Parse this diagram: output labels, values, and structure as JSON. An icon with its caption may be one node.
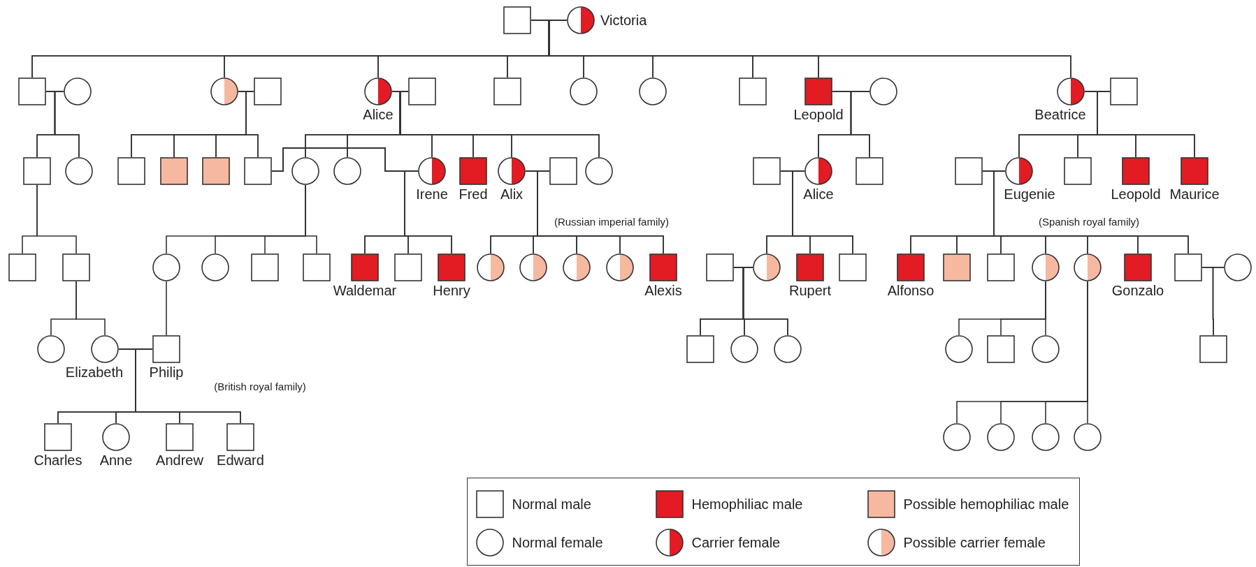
{
  "diagram": {
    "nodes": [
      {
        "text": [],
        "shape": "box"
      },
      {
        "text": [
          "Victoria"
        ]
      },
      {
        "text": [],
        "shape": "box"
      },
      {
        "text": [],
        "shape": "circle"
      },
      {
        "text": [],
        "shape": "circle"
      },
      {
        "text": [],
        "shape": "box"
      },
      {
        "text": [
          "Alice"
        ]
      },
      {
        "text": [],
        "shape": "box"
      },
      {
        "text": [],
        "shape": "box"
      },
      {
        "text": [],
        "shape": "circle"
      },
      {
        "text": [],
        "shape": "circle"
      },
      {
        "text": [],
        "shape": "box"
      },
      {
        "text": [
          "Leopold"
        ]
      },
      {
        "text": [],
        "shape": "circle"
      },
      {
        "text": [
          "Beatrice"
        ]
      },
      {
        "text": [],
        "shape": "box"
      },
      {
        "text": [],
        "shape": "box"
      },
      {
        "text": [],
        "shape": "circle"
      },
      {
        "text": [],
        "shape": "box"
      },
      {
        "text": [],
        "shape": "box"
      },
      {
        "text": [],
        "shape": "box"
      },
      {
        "text": [],
        "shape": "box"
      },
      {
        "text": [],
        "shape": "circle"
      },
      {
        "text": [],
        "shape": "circle"
      },
      {
        "text": [
          "Irene"
        ]
      },
      {
        "text": [
          "Fred"
        ]
      },
      {
        "text": [
          "Alix"
        ]
      },
      {
        "text": [],
        "shape": "box"
      },
      {
        "text": [],
        "shape": "circle"
      },
      {
        "text": [],
        "shape": "box"
      },
      {
        "text": [
          "Alice"
        ]
      },
      {
        "text": [],
        "shape": "box"
      },
      {
        "text": [],
        "shape": "box"
      },
      {
        "text": [
          "Eugenie"
        ]
      },
      {
        "text": [],
        "shape": "box"
      },
      {
        "text": [
          "Leopold"
        ]
      },
      {
        "text": [
          "Maurice"
        ]
      },
      {
        "text": [],
        "shape": "box"
      },
      {
        "text": [],
        "shape": "box"
      },
      {
        "text": [],
        "shape": "circle"
      },
      {
        "text": [],
        "shape": "circle"
      },
      {
        "text": [],
        "shape": "box"
      },
      {
        "text": [],
        "shape": "box"
      },
      {
        "text": [
          "Waldemar"
        ]
      },
      {
        "text": [],
        "shape": "box"
      },
      {
        "text": [
          "Henry"
        ]
      },
      {
        "text": [],
        "shape": "circle"
      },
      {
        "text": [],
        "shape": "circle"
      },
      {
        "text": [],
        "shape": "circle"
      },
      {
        "text": [],
        "shape": "circle"
      },
      {
        "text": [
          "Alexis"
        ]
      },
      {
        "text": [],
        "shape": "box"
      },
      {
        "text": [],
        "shape": "circle"
      },
      {
        "text": [
          "Rupert"
        ]
      },
      {
        "text": [],
        "shape": "box"
      },
      {
        "text": [
          "Alfonso"
        ]
      },
      {
        "text": [],
        "shape": "box"
      },
      {
        "text": [],
        "shape": "box"
      },
      {
        "text": [],
        "shape": "circle"
      },
      {
        "text": [],
        "shape": "circle"
      },
      {
        "text": [
          "Gonzalo"
        ]
      },
      {
        "text": [],
        "shape": "box"
      },
      {
        "text": [],
        "shape": "circle"
      },
      {
        "text": [],
        "shape": "circle"
      },
      {
        "text": [
          "Elizabeth"
        ]
      },
      {
        "text": [
          "Philip"
        ]
      },
      {
        "text": [],
        "shape": "box"
      },
      {
        "text": [],
        "shape": "circle"
      },
      {
        "text": [],
        "shape": "circle"
      },
      {
        "text": [],
        "shape": "circle"
      },
      {
        "text": [],
        "shape": "box"
      },
      {
        "text": [],
        "shape": "circle"
      },
      {
        "text": [],
        "shape": "box"
      },
      {
        "text": [],
        "shape": "circle"
      },
      {
        "text": [],
        "shape": "circle"
      },
      {
        "text": [],
        "shape": "circle"
      },
      {
        "text": [],
        "shape": "circle"
      },
      {
        "text": [
          "Charles"
        ]
      },
      {
        "text": [
          "Anne"
        ]
      },
      {
        "text": [
          "Andrew"
        ]
      },
      {
        "text": [
          "Edward"
        ]
      }
    ],
    "edges": [
      {
        "from": 0,
        "to": 1,
        "arrow": "none"
      },
      {
        "from": 0,
        "to": 2,
        "arrow": "none"
      },
      {
        "from": 1,
        "to": 2,
        "arrow": "none"
      },
      {
        "from": 0,
        "to": 4,
        "arrow": "none"
      },
      {
        "from": 1,
        "to": 4,
        "arrow": "none"
      },
      {
        "from": 0,
        "to": 6,
        "arrow": "none"
      },
      {
        "from": 1,
        "to": 6,
        "arrow": "none"
      },
      {
        "from": 0,
        "to": 8,
        "arrow": "none"
      },
      {
        "from": 1,
        "to": 8,
        "arrow": "none"
      },
      {
        "from": 0,
        "to": 9,
        "arrow": "none"
      },
      {
        "from": 1,
        "to": 9,
        "arrow": "none"
      },
      {
        "from": 0,
        "to": 10,
        "arrow": "none"
      },
      {
        "from": 1,
        "to": 10,
        "arrow": "none"
      },
      {
        "from": 0,
        "to": 11,
        "arrow": "none"
      },
      {
        "from": 1,
        "to": 11,
        "arrow": "none"
      },
      {
        "from": 0,
        "to": 12,
        "arrow": "none"
      },
      {
        "from": 1,
        "to": 12,
        "arrow": "none"
      },
      {
        "from": 0,
        "to": 14,
        "arrow": "none"
      },
      {
        "from": 1,
        "to": 14,
        "arrow": "none"
      },
      {
        "from": 2,
        "to": 3,
        "arrow": "none"
      },
      {
        "from": 2,
        "to": 16,
        "arrow": "none"
      },
      {
        "from": 3,
        "to": 16,
        "arrow": "none"
      },
      {
        "from": 2,
        "to": 17,
        "arrow": "none"
      },
      {
        "from": 3,
        "to": 17,
        "arrow": "none"
      },
      {
        "from": 4,
        "to": 5,
        "arrow": "none"
      },
      {
        "from": 4,
        "to": 18,
        "arrow": "none"
      },
      {
        "from": 5,
        "to": 18,
        "arrow": "none"
      },
      {
        "from": 4,
        "to": 19,
        "arrow": "none"
      },
      {
        "from": 5,
        "to": 19,
        "arrow": "none"
      },
      {
        "from": 4,
        "to": 20,
        "arrow": "none"
      },
      {
        "from": 5,
        "to": 20,
        "arrow": "none"
      },
      {
        "from": 4,
        "to": 21,
        "arrow": "none"
      },
      {
        "from": 5,
        "to": 21,
        "arrow": "none"
      },
      {
        "from": 6,
        "to": 7,
        "arrow": "none"
      },
      {
        "from": 6,
        "to": 22,
        "arrow": "none"
      },
      {
        "from": 7,
        "to": 22,
        "arrow": "none"
      },
      {
        "from": 6,
        "to": 23,
        "arrow": "none"
      },
      {
        "from": 7,
        "to": 23,
        "arrow": "none"
      },
      {
        "from": 6,
        "to": 24,
        "arrow": "none"
      },
      {
        "from": 7,
        "to": 24,
        "arrow": "none"
      },
      {
        "from": 6,
        "to": 25,
        "arrow": "none"
      },
      {
        "from": 7,
        "to": 25,
        "arrow": "none"
      },
      {
        "from": 6,
        "to": 26,
        "arrow": "none"
      },
      {
        "from": 7,
        "to": 26,
        "arrow": "none"
      },
      {
        "from": 6,
        "to": 28,
        "arrow": "none"
      },
      {
        "from": 7,
        "to": 28,
        "arrow": "none"
      },
      {
        "from": 12,
        "to": 13,
        "arrow": "none"
      },
      {
        "from": 12,
        "to": 30,
        "arrow": "none"
      },
      {
        "from": 13,
        "to": 30,
        "arrow": "none"
      },
      {
        "from": 12,
        "to": 31,
        "arrow": "none"
      },
      {
        "from": 13,
        "to": 31,
        "arrow": "none"
      },
      {
        "from": 14,
        "to": 15,
        "arrow": "none"
      },
      {
        "from": 14,
        "to": 33,
        "arrow": "none"
      },
      {
        "from": 15,
        "to": 33,
        "arrow": "none"
      },
      {
        "from": 14,
        "to": 34,
        "arrow": "none"
      },
      {
        "from": 15,
        "to": 34,
        "arrow": "none"
      },
      {
        "from": 14,
        "to": 35,
        "arrow": "none"
      },
      {
        "from": 15,
        "to": 35,
        "arrow": "none"
      },
      {
        "from": 14,
        "to": 36,
        "arrow": "none"
      },
      {
        "from": 15,
        "to": 36,
        "arrow": "none"
      },
      {
        "from": 21,
        "to": 24,
        "arrow": "none"
      },
      {
        "from": 21,
        "to": 43,
        "arrow": "none"
      },
      {
        "from": 24,
        "to": 43,
        "arrow": "none"
      },
      {
        "from": 21,
        "to": 44,
        "arrow": "none"
      },
      {
        "from": 24,
        "to": 44,
        "arrow": "none"
      },
      {
        "from": 21,
        "to": 45,
        "arrow": "none"
      },
      {
        "from": 24,
        "to": 45,
        "arrow": "none"
      },
      {
        "from": 26,
        "to": 27,
        "arrow": "none"
      },
      {
        "from": 26,
        "to": 46,
        "arrow": "none"
      },
      {
        "from": 27,
        "to": 46,
        "arrow": "none"
      },
      {
        "from": 26,
        "to": 47,
        "arrow": "none"
      },
      {
        "from": 27,
        "to": 47,
        "arrow": "none"
      },
      {
        "from": 26,
        "to": 48,
        "arrow": "none"
      },
      {
        "from": 27,
        "to": 48,
        "arrow": "none"
      },
      {
        "from": 26,
        "to": 49,
        "arrow": "none"
      },
      {
        "from": 27,
        "to": 49,
        "arrow": "none"
      },
      {
        "from": 26,
        "to": 50,
        "arrow": "none"
      },
      {
        "from": 27,
        "to": 50,
        "arrow": "none"
      },
      {
        "from": 29,
        "to": 30,
        "arrow": "none"
      },
      {
        "from": 29,
        "to": 52,
        "arrow": "none"
      },
      {
        "from": 30,
        "to": 52,
        "arrow": "none"
      },
      {
        "from": 29,
        "to": 53,
        "arrow": "none"
      },
      {
        "from": 30,
        "to": 53,
        "arrow": "none"
      },
      {
        "from": 29,
        "to": 54,
        "arrow": "none"
      },
      {
        "from": 30,
        "to": 54,
        "arrow": "none"
      },
      {
        "from": 32,
        "to": 33,
        "arrow": "none"
      },
      {
        "from": 32,
        "to": 55,
        "arrow": "none"
      },
      {
        "from": 33,
        "to": 55,
        "arrow": "none"
      },
      {
        "from": 32,
        "to": 56,
        "arrow": "none"
      },
      {
        "from": 33,
        "to": 56,
        "arrow": "none"
      },
      {
        "from": 32,
        "to": 57,
        "arrow": "none"
      },
      {
        "from": 33,
        "to": 57,
        "arrow": "none"
      },
      {
        "from": 32,
        "to": 58,
        "arrow": "none"
      },
      {
        "from": 33,
        "to": 58,
        "arrow": "none"
      },
      {
        "from": 32,
        "to": 59,
        "arrow": "none"
      },
      {
        "from": 33,
        "to": 59,
        "arrow": "none"
      },
      {
        "from": 32,
        "to": 60,
        "arrow": "none"
      },
      {
        "from": 33,
        "to": 60,
        "arrow": "none"
      },
      {
        "from": 32,
        "to": 61,
        "arrow": "none"
      },
      {
        "from": 33,
        "to": 61,
        "arrow": "none"
      },
      {
        "from": 16,
        "to": 37,
        "arrow": "none"
      },
      {
        "from": 16,
        "to": 38,
        "arrow": "none"
      },
      {
        "from": 22,
        "to": 39,
        "arrow": "none"
      },
      {
        "from": 22,
        "to": 40,
        "arrow": "none"
      },
      {
        "from": 22,
        "to": 41,
        "arrow": "none"
      },
      {
        "from": 22,
        "to": 42,
        "arrow": "none"
      },
      {
        "from": 51,
        "to": 52,
        "arrow": "none"
      },
      {
        "from": 51,
        "to": 66,
        "arrow": "none"
      },
      {
        "from": 52,
        "to": 66,
        "arrow": "none"
      },
      {
        "from": 51,
        "to": 67,
        "arrow": "none"
      },
      {
        "from": 52,
        "to": 67,
        "arrow": "none"
      },
      {
        "from": 51,
        "to": 68,
        "arrow": "none"
      },
      {
        "from": 52,
        "to": 68,
        "arrow": "none"
      },
      {
        "from": 58,
        "to": 69,
        "arrow": "none"
      },
      {
        "from": 58,
        "to": 70,
        "arrow": "none"
      },
      {
        "from": 58,
        "to": 71,
        "arrow": "none"
      },
      {
        "from": 59,
        "to": 73,
        "arrow": "none"
      },
      {
        "from": 59,
        "to": 74,
        "arrow": "none"
      },
      {
        "from": 59,
        "to": 75,
        "arrow": "none"
      },
      {
        "from": 59,
        "to": 76,
        "arrow": "none"
      },
      {
        "from": 61,
        "to": 62,
        "arrow": "none"
      },
      {
        "from": 61,
        "to": 72,
        "arrow": "none"
      },
      {
        "from": 62,
        "to": 72,
        "arrow": "none"
      },
      {
        "from": 38,
        "to": 63,
        "arrow": "none"
      },
      {
        "from": 38,
        "to": 64,
        "arrow": "none"
      },
      {
        "from": 39,
        "to": 65,
        "arrow": "none"
      },
      {
        "from": 64,
        "to": 65,
        "arrow": "none"
      },
      {
        "from": 64,
        "to": 77,
        "arrow": "none"
      },
      {
        "from": 65,
        "to": 77,
        "arrow": "none"
      },
      {
        "from": 64,
        "to": 78,
        "arrow": "none"
      },
      {
        "from": 65,
        "to": 78,
        "arrow": "none"
      },
      {
        "from": 64,
        "to": 79,
        "arrow": "none"
      },
      {
        "from": 65,
        "to": 79,
        "arrow": "none"
      },
      {
        "from": 64,
        "to": 80,
        "arrow": "none"
      },
      {
        "from": 65,
        "to": 80,
        "arrow": "none"
      }
    ],
    "labels": [
      "(Russian imperial family)",
      "(Spanish royal family)",
      "(British royal family)"
    ],
    "legend": [
      {
        "text": "Normal male"
      },
      {
        "text": "Hemophiliac male",
        "color": "#e31b23"
      },
      {
        "text": "Possible hemophiliac male",
        "color": "#f7b8a0"
      },
      {
        "text": "Normal female"
      },
      {
        "text": "Carrier female"
      },
      {
        "text": "Possible carrier female"
      }
    ]
  }
}
